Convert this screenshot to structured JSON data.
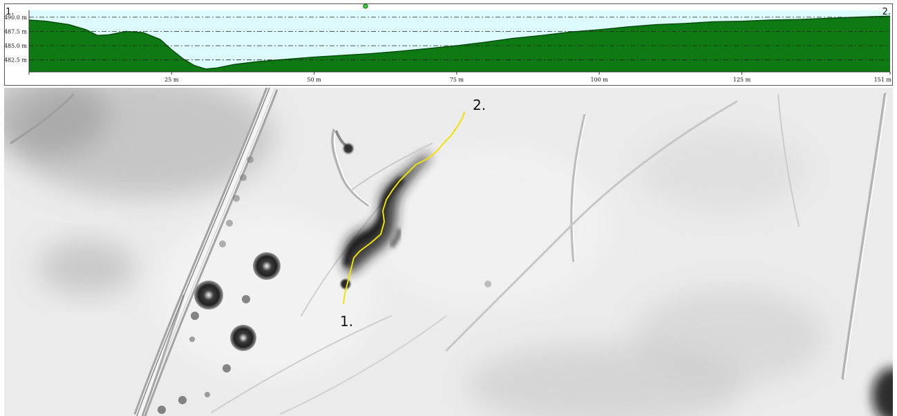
{
  "profile": {
    "start_marker": "1.",
    "end_marker": "2.",
    "y_ticks": [
      {
        "value": 490.0,
        "label": "490.0 m"
      },
      {
        "value": 487.5,
        "label": "487.5 m"
      },
      {
        "value": 485.0,
        "label": "485.0 m"
      },
      {
        "value": 482.5,
        "label": "482.5 m"
      }
    ],
    "x_ticks": [
      {
        "value": 25,
        "label": "25 m"
      },
      {
        "value": 50,
        "label": "50 m"
      },
      {
        "value": 75,
        "label": "75 m"
      },
      {
        "value": 100,
        "label": "100 m"
      },
      {
        "value": 125,
        "label": "125 m"
      },
      {
        "value": 151,
        "label": "151 m"
      }
    ],
    "x_range": [
      0,
      151
    ],
    "y_range": [
      480.4,
      491.2
    ],
    "distance_m": [
      0,
      3,
      7,
      10,
      12,
      14,
      17,
      20,
      23,
      25,
      27,
      29,
      31,
      33,
      36,
      40,
      45,
      50,
      55,
      60,
      65,
      70,
      75,
      80,
      85,
      90,
      95,
      100,
      105,
      110,
      115,
      120,
      125,
      130,
      135,
      140,
      145,
      151
    ],
    "elevation_m": [
      489.5,
      489.3,
      488.7,
      487.8,
      486.8,
      486.9,
      487.5,
      487.3,
      486.1,
      484.3,
      482.7,
      481.5,
      480.9,
      481.1,
      481.7,
      482.2,
      482.6,
      483.0,
      483.3,
      483.6,
      484.0,
      484.5,
      485.0,
      485.6,
      486.3,
      486.8,
      487.4,
      487.8,
      488.3,
      488.7,
      488.9,
      489.2,
      489.3,
      489.5,
      489.6,
      489.8,
      490.0,
      490.2
    ],
    "colors": {
      "sky": "#ddfbfb",
      "terrain": "#0d7a13",
      "terrain_edge": "#084d0c",
      "grid": "#222222",
      "cursor": "#2fcf2f"
    },
    "cursor_distance_m": 59
  },
  "map": {
    "start_label": "1.",
    "end_label": "2.",
    "route_color": "#f2e200",
    "route_xy": [
      [
        491,
        312
      ],
      [
        493,
        298
      ],
      [
        497,
        282
      ],
      [
        502,
        262
      ],
      [
        506,
        246
      ],
      [
        515,
        236
      ],
      [
        530,
        225
      ],
      [
        545,
        212
      ],
      [
        550,
        194
      ],
      [
        548,
        178
      ],
      [
        553,
        162
      ],
      [
        562,
        148
      ],
      [
        572,
        135
      ],
      [
        585,
        122
      ],
      [
        596,
        111
      ],
      [
        612,
        103
      ],
      [
        626,
        92
      ],
      [
        636,
        80
      ],
      [
        646,
        70
      ],
      [
        656,
        56
      ],
      [
        663,
        44
      ],
      [
        666,
        36
      ]
    ]
  }
}
